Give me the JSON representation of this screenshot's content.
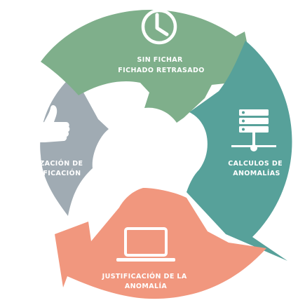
{
  "cycle": {
    "steps": [
      {
        "label_lines": [
          "SIN FICHAR",
          "FICHADO RETRASADO"
        ],
        "icon": "clock-icon",
        "color": "#7FAF8B"
      },
      {
        "label_lines": [
          "CALCULOS DE",
          "ANOMALÍAS"
        ],
        "icon": "server-network-icon",
        "color": "#57A19A"
      },
      {
        "label_lines": [
          "JUSTIFICACIÓN DE LA",
          "ANOMALÍA"
        ],
        "icon": "laptop-icon",
        "color": "#F1977E"
      },
      {
        "label_lines": [
          "AUTORIZACIÓN DE",
          "LA JUTIFICACIÓN"
        ],
        "icon": "thumbs-up-icon",
        "color": "#A0ABB3"
      }
    ]
  }
}
